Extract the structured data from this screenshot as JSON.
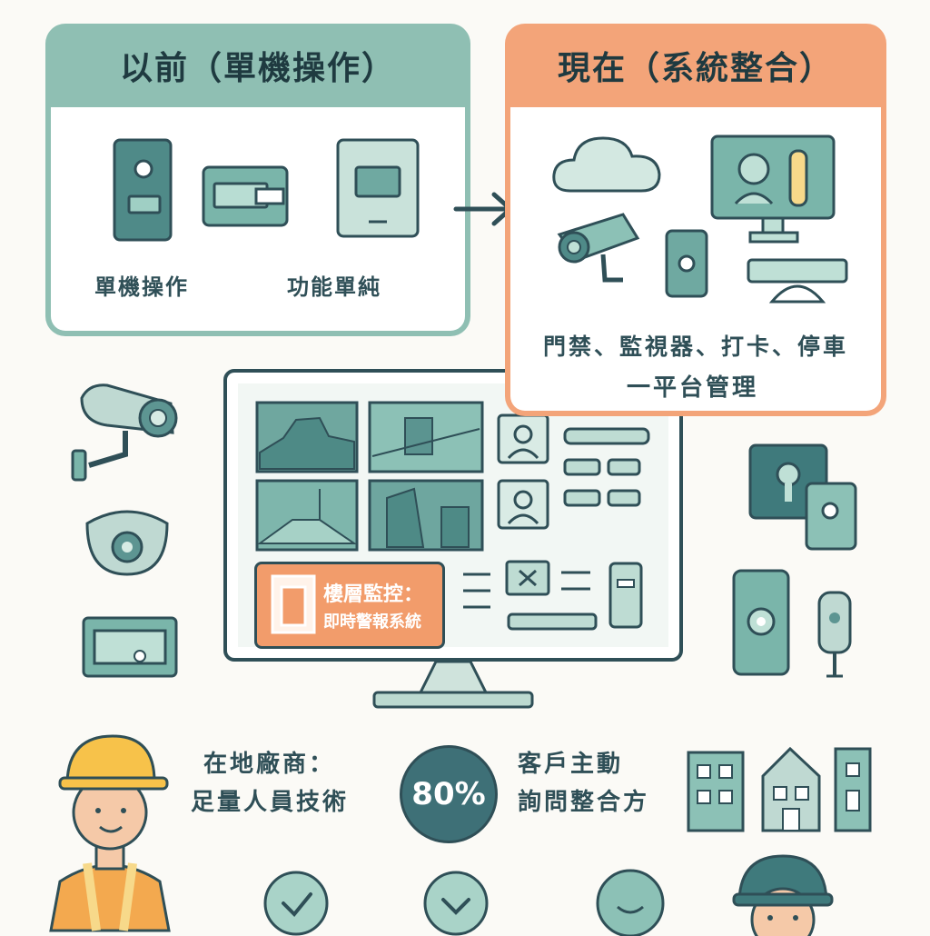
{
  "before_panel": {
    "title": "以前（單機操作）",
    "caption_left": "單機操作",
    "caption_right": "功能單純"
  },
  "after_panel": {
    "title": "現在（系統整合）",
    "caption_line1": "門禁、監視器、打卡、停車",
    "caption_line2": "一平台管理"
  },
  "dashboard": {
    "alert_line1": "樓層監控：",
    "alert_line2": "即時警報系統"
  },
  "stats": {
    "left_line1": "在地廠商：",
    "left_line2": "足量人員技術",
    "percent": "80%",
    "right_line1": "客戶主動",
    "right_line2": "詢問整合方"
  },
  "colors": {
    "teal_header": "#8fbfb3",
    "orange_header": "#f3a479",
    "teal_dark": "#3f7a7c",
    "teal_light": "#a9d3c8",
    "orange_accent": "#f29c6b",
    "stat_circle": "#3e7077"
  },
  "icons": [
    "door-reader-icon",
    "card-reader-icon",
    "terminal-icon",
    "cloud-icon",
    "monitor-icon",
    "cctv-camera-icon",
    "phone-icon",
    "barrier-gate-icon",
    "checkmark-icon",
    "worker-avatar"
  ]
}
